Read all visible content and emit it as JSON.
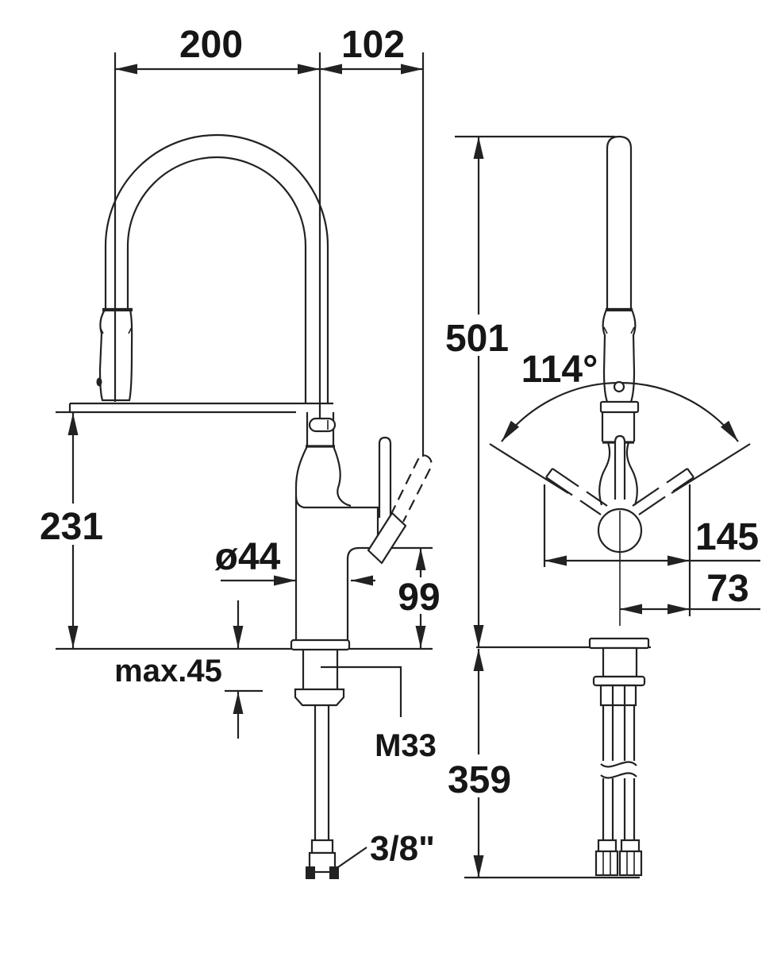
{
  "drawing_title": "kitchen-faucet-dimensional-drawing",
  "front_view": {
    "width_to_spray_head": "200",
    "width_to_handle": "102",
    "spout_underside_height": "231",
    "base_diameter": "ø44",
    "body_height": "99",
    "max_counter_thickness": "max.45",
    "mounting_thread": "M33",
    "supply_connector": "3/8\""
  },
  "side_view": {
    "total_height": "501",
    "handle_swivel_angle": "114°",
    "handle_span": "145",
    "handle_offset": "73",
    "below_counter_depth": "359"
  },
  "colors": {
    "line": "#222224",
    "background": "#ffffff",
    "text": "#161616"
  }
}
